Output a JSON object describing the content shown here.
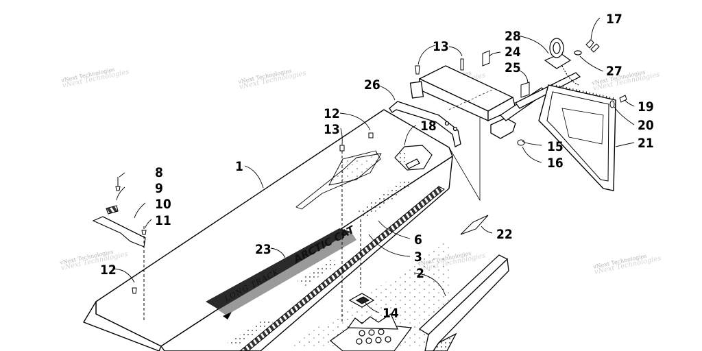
{
  "watermark": "vNext Technologies",
  "brand_decal": "ARCTIC CAT",
  "stripe_decal": "LONG TRACK",
  "callouts": [
    {
      "id": "1",
      "label": "1"
    },
    {
      "id": "2",
      "label": "2"
    },
    {
      "id": "3",
      "label": "3"
    },
    {
      "id": "6",
      "label": "6"
    },
    {
      "id": "8",
      "label": "8"
    },
    {
      "id": "9",
      "label": "9"
    },
    {
      "id": "10",
      "label": "10"
    },
    {
      "id": "11",
      "label": "11"
    },
    {
      "id": "12a",
      "label": "12"
    },
    {
      "id": "12b",
      "label": "12"
    },
    {
      "id": "13a",
      "label": "13"
    },
    {
      "id": "13b",
      "label": "13"
    },
    {
      "id": "14",
      "label": "14"
    },
    {
      "id": "15",
      "label": "15"
    },
    {
      "id": "16",
      "label": "16"
    },
    {
      "id": "17",
      "label": "17"
    },
    {
      "id": "18",
      "label": "18"
    },
    {
      "id": "19",
      "label": "19"
    },
    {
      "id": "20",
      "label": "20"
    },
    {
      "id": "21",
      "label": "21"
    },
    {
      "id": "22",
      "label": "22"
    },
    {
      "id": "23",
      "label": "23"
    },
    {
      "id": "24",
      "label": "24"
    },
    {
      "id": "25",
      "label": "25"
    },
    {
      "id": "26",
      "label": "26"
    },
    {
      "id": "27",
      "label": "27"
    },
    {
      "id": "28",
      "label": "28"
    }
  ]
}
